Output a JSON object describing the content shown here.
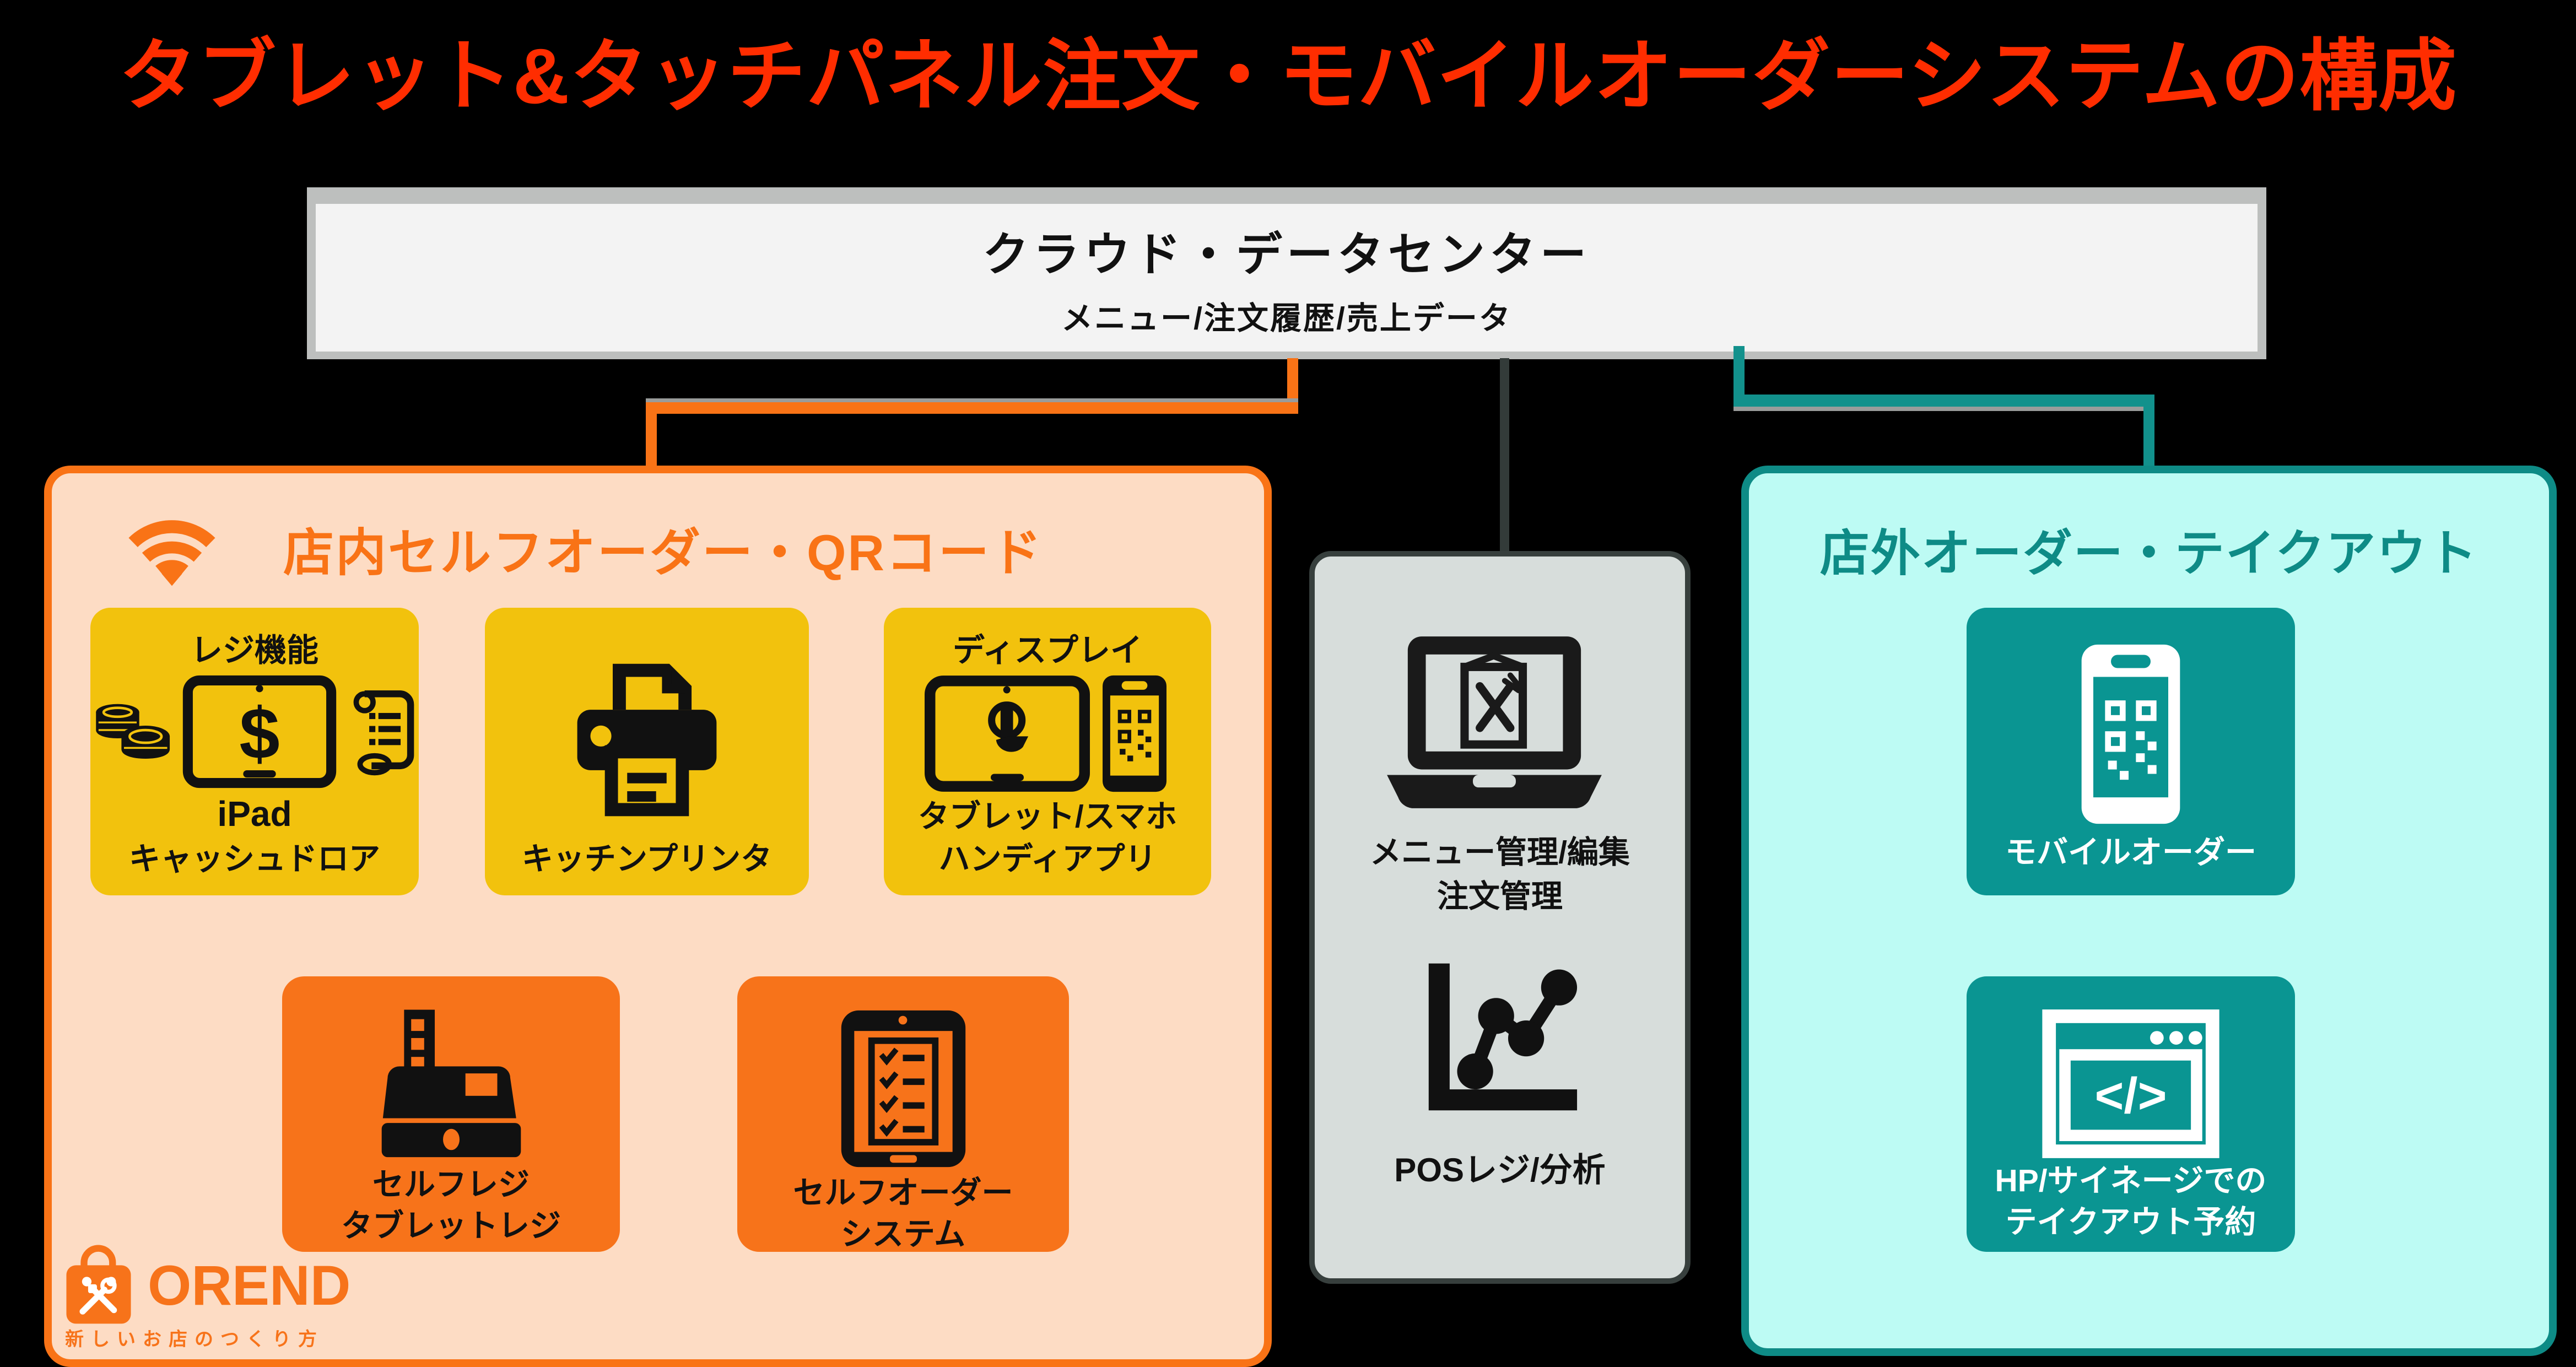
{
  "title": "タブレット&タッチパネル注文・モバイルオーダーシステムの構成",
  "cloud": {
    "title": "クラウド・データセンター",
    "subtitle": "メニュー/注文履歴/売上データ"
  },
  "in_store": {
    "header": "店内セルフオーダー・QRコード",
    "register_card": {
      "title": "レジ機能",
      "line1": "iPad",
      "line2": "キャッシュドロア"
    },
    "printer_card": {
      "label": "キッチンプリンタ"
    },
    "display_card": {
      "title": "ディスプレイ",
      "line1": "タブレット/スマホ",
      "line2": "ハンディアプリ"
    },
    "selfregi_card": {
      "line1": "セルフレジ",
      "line2": "タブレットレジ"
    },
    "selforder_card": {
      "line1": "セルフオーダー",
      "line2": "システム"
    }
  },
  "management": {
    "menu_card": {
      "line1": "メニュー管理/編集",
      "line2": "注文管理"
    },
    "pos_card": {
      "label": "POSレジ/分析"
    }
  },
  "out_store": {
    "header": "店外オーダー・テイクアウト",
    "mobile_card": {
      "label": "モバイルオーダー"
    },
    "hp_card": {
      "line1": "HP/サイネージでの",
      "line2": "テイクアウト予約"
    }
  },
  "logo": {
    "name": "OREND",
    "tagline": "新しいお店のつくり方"
  },
  "glyphs": {
    "dollar": "$",
    "code": "</>"
  },
  "icons": {
    "wifi": "wifi-icon",
    "coins": "coins-icon",
    "tablet_dollar": "tablet-dollar-icon",
    "receipt": "receipt-icon",
    "printer": "printer-icon",
    "tablet_touch": "tablet-touch-icon",
    "phone_qr": "phone-qr-icon",
    "cash_register": "cash-register-icon",
    "tablet_checklist": "tablet-checklist-icon",
    "laptop_menu": "laptop-menu-icon",
    "chart": "pos-analytics-chart-icon",
    "phone_qr_white": "mobile-order-phone-icon",
    "browser_code": "browser-code-icon",
    "bag": "orend-bag-icon"
  },
  "colors": {
    "title_red": "#FF2D00",
    "orange": "#F97316",
    "orange_card": "#F7731A",
    "peach": "#FDDCC4",
    "yellow": "#F2C20D",
    "teal_border": "#0E8B86",
    "teal_card": "#0A9592",
    "teal_line": "#12918C",
    "cyan": "#BDFBF4",
    "gray_card": "#D7DDDB",
    "gray_border": "#373F3D",
    "cloud_bg": "#F3F3F3",
    "cloud_border": "#BDBFBE",
    "line_black": "#333B39",
    "background": "#000000"
  }
}
